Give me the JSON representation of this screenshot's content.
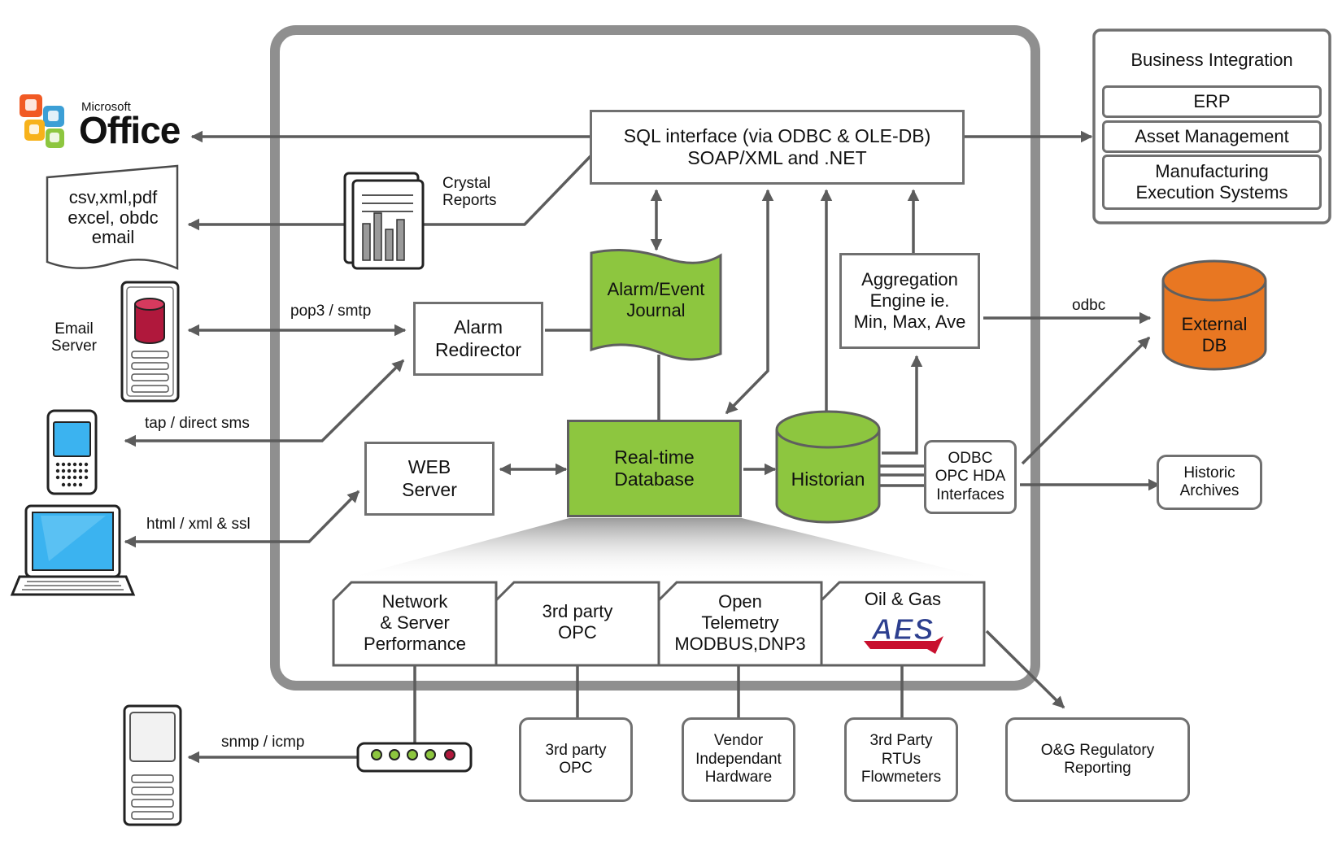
{
  "colors": {
    "frame": "#8f8f8f",
    "line": "#5c5c5c",
    "green": "#8dc63f",
    "orange": "#e87722",
    "screen_blue": "#3bb3f0",
    "db_red": "#b0183c"
  },
  "office_logo": {
    "brand": "Microsoft",
    "product": "Office"
  },
  "nodes": {
    "sql_interface": "SQL interface (via ODBC & OLE-DB)\nSOAP/XML and .NET",
    "business_integration": "Business Integration",
    "erp": "ERP",
    "asset_management": "Asset Management",
    "mes": "Manufacturing\nExecution Systems",
    "file_formats": "csv,xml,pdf\nexcel, obdc\nemail",
    "crystal_reports": "Crystal\nReports",
    "email_server": "Email\nServer",
    "alarm_redirector": "Alarm\nRedirector",
    "alarm_journal": "Alarm/Event\nJournal",
    "aggregation_engine": "Aggregation\nEngine ie.\nMin, Max, Ave",
    "external_db": "External\nDB",
    "web_server": "WEB\nServer",
    "realtime_db": "Real-time\nDatabase",
    "historian": "Historian",
    "odbc_interfaces": "ODBC\nOPC  HDA\nInterfaces",
    "historic_archives": "Historic\nArchives",
    "network_perf": "Network\n& Server\nPerformance",
    "third_party_opc_tab": "3rd party\nOPC",
    "open_telemetry": "Open\nTelemetry\nMODBUS,DNP3",
    "oil_gas": "Oil & Gas",
    "aes_logo": "AES",
    "third_party_opc": "3rd party\nOPC",
    "vendor_hardware": "Vendor\nIndependant\nHardware",
    "rtus": "3rd Party\nRTUs\nFlowmeters",
    "og_regulatory": "O&G Regulatory\nReporting"
  },
  "edge_labels": {
    "pop3": "pop3 / smtp",
    "tap": "tap / direct sms",
    "html": "html / xml & ssl",
    "odbc": "odbc",
    "snmp": "snmp / icmp"
  }
}
